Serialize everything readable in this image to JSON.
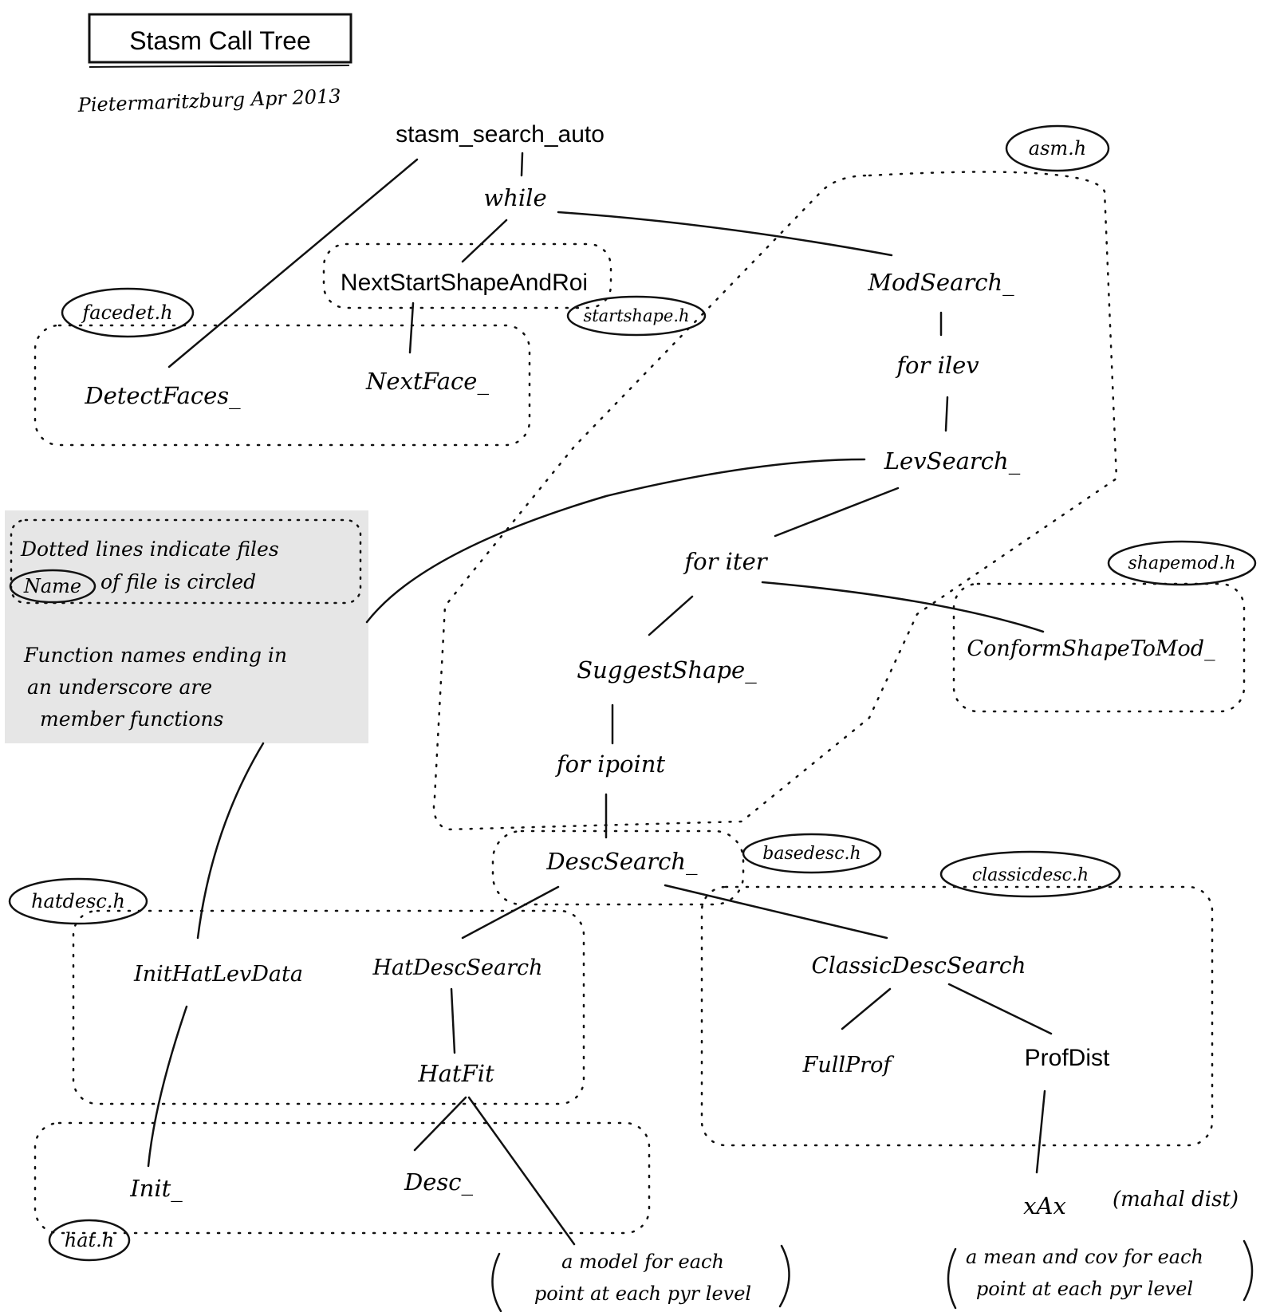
{
  "title": "Stasm Call Tree",
  "subtitle": "Pietermaritzburg Apr 2013",
  "files": {
    "asm": "asm.h",
    "facedet": "facedet.h",
    "startshape": "startshape.h",
    "shapemod": "shapemod.h",
    "basedesc": "basedesc.h",
    "classicdesc": "classicdesc.h",
    "hatdesc": "hatdesc.h",
    "hat": "hat.h"
  },
  "functions": {
    "stasm_search_auto": "stasm_search_auto",
    "while": "while",
    "NextStartShapeAndRoi": "NextStartShapeAndRoi",
    "DetectFaces": "DetectFaces_",
    "NextFace": "NextFace_",
    "ModSearch": "ModSearch_",
    "for_ilev": "for ilev",
    "LevSearch": "LevSearch_",
    "for_iter": "for iter",
    "SuggestShape": "SuggestShape_",
    "ConformShapeToMod": "ConformShapeToMod_",
    "for_ipoint": "for ipoint",
    "DescSearch": "DescSearch_",
    "InitHatLevData": "InitHatLevData",
    "HatDescSearch": "HatDescSearch",
    "HatFit": "HatFit",
    "Init": "Init_",
    "Desc": "Desc_",
    "ClassicDescSearch": "ClassicDescSearch",
    "FullProf": "FullProf",
    "ProfDist": "ProfDist",
    "xAx": "xAx",
    "mahal_dist": "(mahal dist)"
  },
  "notes": {
    "hat_model_1": "a model for each",
    "hat_model_2": "point at each pyr level",
    "classic_model_1": "a mean and cov for each",
    "classic_model_2": "point at each pyr level"
  },
  "legend": {
    "line1": "Dotted lines indicate files",
    "name_word": "Name",
    "line2_rest": "of file is circled",
    "line3": "Function names ending in",
    "line4": "an underscore are",
    "line5": "member functions",
    "background": "#e6e6e6"
  },
  "colors": {
    "ink": "#111111",
    "paper": "#ffffff"
  }
}
